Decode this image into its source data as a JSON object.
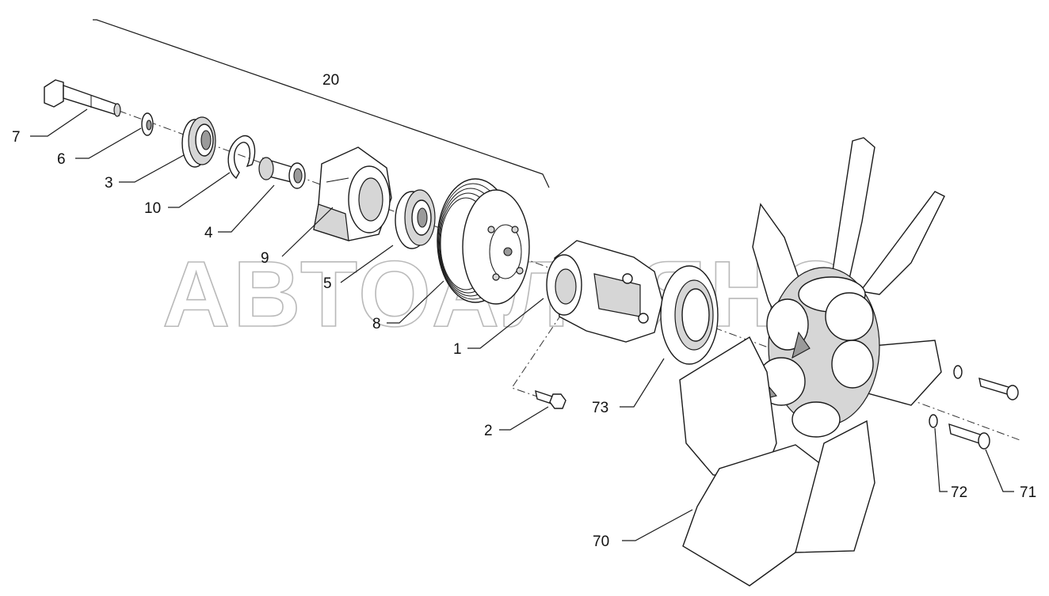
{
  "diagram": {
    "assembly_label": "20",
    "watermark": "АВТОАЛЬЯНС",
    "callouts": {
      "c1": "1",
      "c2": "2",
      "c3": "3",
      "c4": "4",
      "c5": "5",
      "c6": "6",
      "c7": "7",
      "c8": "8",
      "c9": "9",
      "c10": "10",
      "c70": "70",
      "c71": "71",
      "c72": "72",
      "c73": "73"
    }
  }
}
